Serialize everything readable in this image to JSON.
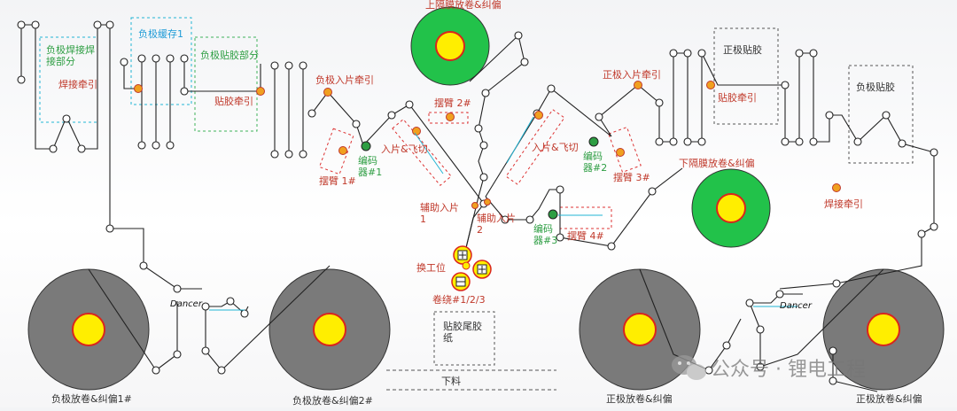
{
  "labels": {
    "anode_weld_section": "负极焊接焊\n接部分",
    "weld_traction_left": "焊接牵引",
    "anode_buffer": "负极缓存1",
    "anode_tape_section": "负极贴胶部分",
    "tape_traction_left": "贴胶牵引",
    "anode_infeed_traction": "负极入片牵引",
    "top_separator": "上隔膜放卷&纠偏",
    "swing_arm_1": "摆臂 1#",
    "encoder_1": "编码\n器#1",
    "infeed_cut_left": "入片&飞切",
    "swing_arm_2": "摆臂 2#",
    "aux_infeed_1": "辅助入片\n1",
    "aux_infeed_2": "辅助入片\n2",
    "infeed_cut_right": "入片&飞切",
    "cathode_infeed_traction": "正极入片牵引",
    "encoder_2": "编码\n器#2",
    "swing_arm_3": "摆臂 3#",
    "encoder_3": "编码\n器#3",
    "swing_arm_4": "摆臂 4#",
    "cathode_tape": "正极贴胶",
    "tape_traction_right": "贴胶牵引",
    "cathode_tape_2": "负极贴胶",
    "bottom_separator": "下隔膜放卷&纠偏",
    "weld_traction_right": "焊接牵引",
    "station_change": "换工位",
    "winding": "卷绕#1/2/3",
    "tail_tape": "贴胶尾胶\n纸",
    "unload": "下料",
    "dancer_left": "Dancer",
    "dancer_right": "Dancer",
    "anode_unwind_1": "负极放卷&纠偏1#",
    "anode_unwind_2": "负极放卷&纠偏2#",
    "cathode_unwind_1": "正极放卷&纠偏",
    "cathode_unwind_2": "正极放卷&纠偏"
  },
  "watermark": "公众号 · 锂电工程",
  "colors": {
    "red_label": "#c0392b",
    "green_label": "#2e9e43",
    "blue_label": "#1e9bd7",
    "reel_gray": "#7a7a7a",
    "separator_green": "#22c24a",
    "core_yellow": "#ffee00",
    "traction_orange": "#f0a020"
  },
  "icons": {
    "watermark": "wechat-icon"
  }
}
